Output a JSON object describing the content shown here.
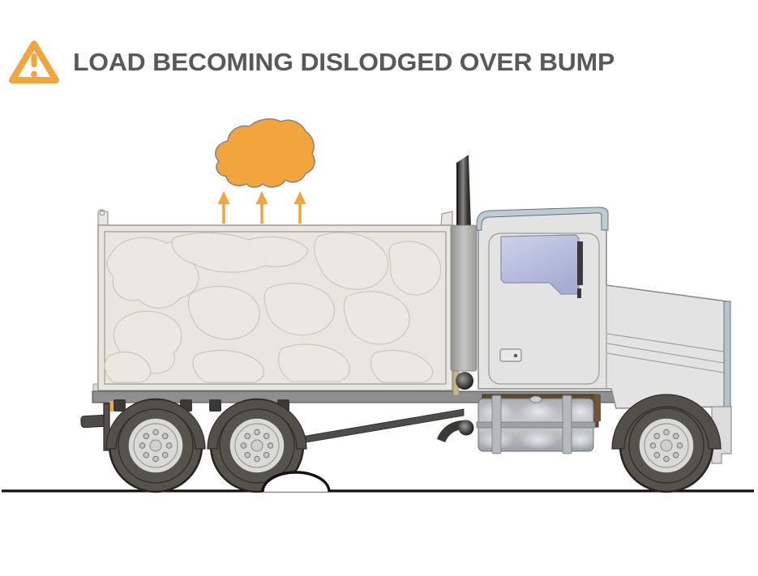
{
  "header": {
    "icon": "warning-triangle",
    "title": "LOAD BECOMING DISLODGED OVER BUMP"
  },
  "colors": {
    "accent_orange": "#F2A43D",
    "title_text": "#59595B",
    "trailer_body": "#E7E6E0",
    "rock_outline": "#C9C8BD",
    "cab_body": "#E2E3E2",
    "window_glass": "#B9C0DE",
    "tire": "#56534C",
    "hub": "#D9D9D6",
    "fender": "#53504B",
    "chassis": "#8F8F8F",
    "ground": "#111111",
    "marker_light": "#F5A93F"
  },
  "illustration": {
    "parts": [
      "dislodged-load",
      "lift-arrows",
      "dump-truck",
      "road-bump",
      "ground-line"
    ],
    "arrow_count": 3
  }
}
